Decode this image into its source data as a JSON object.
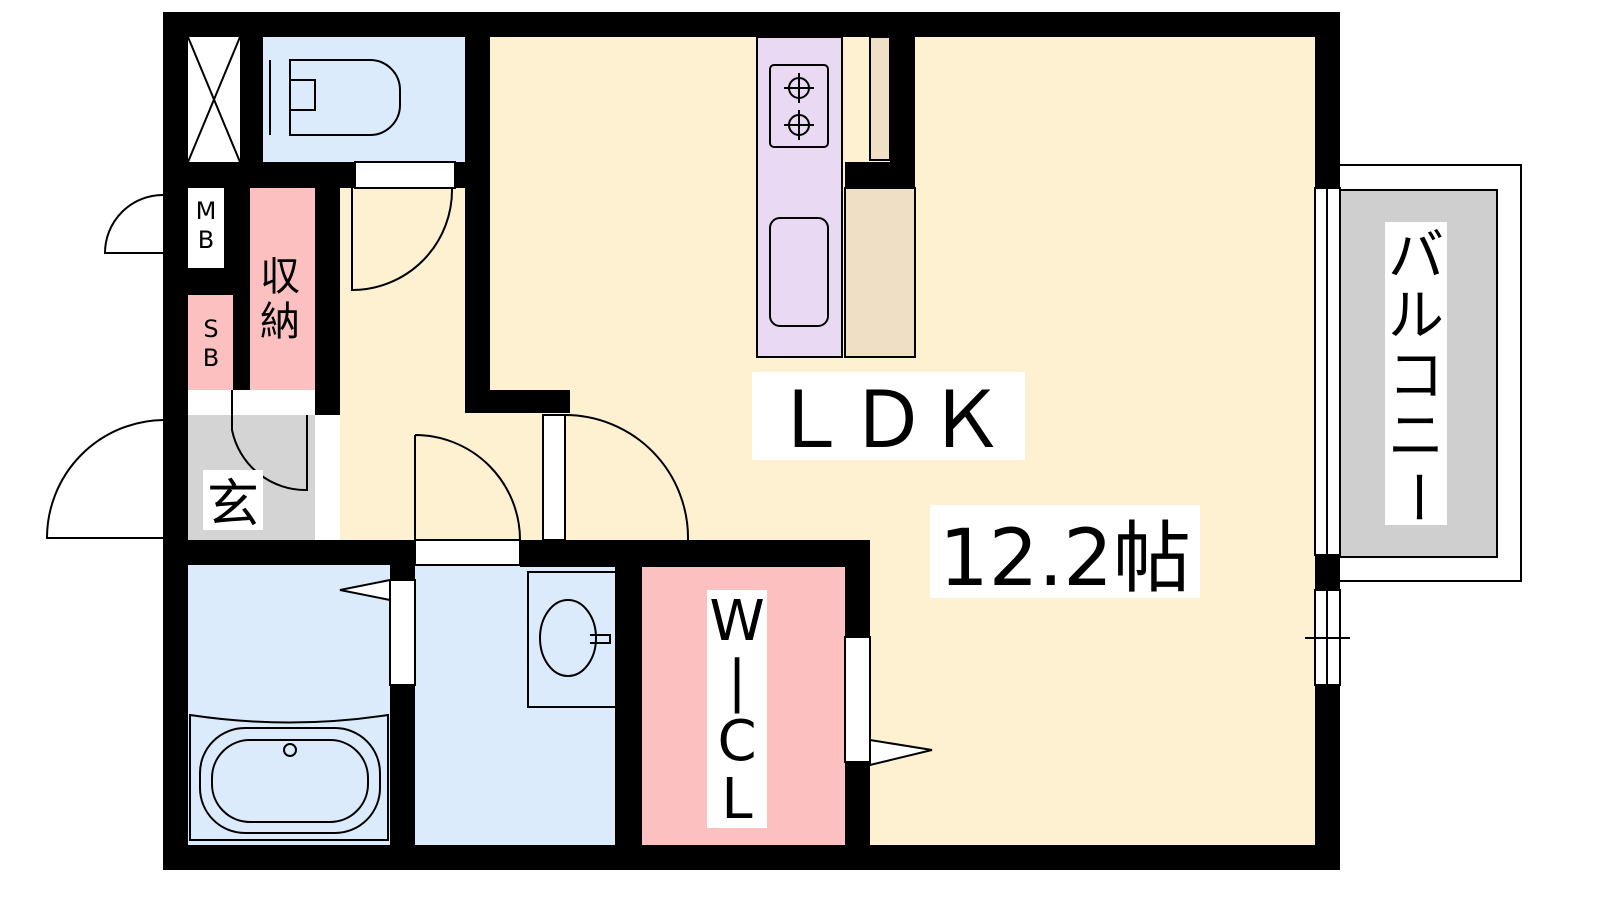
{
  "plan": {
    "ldk_label": "ＬＤＫ",
    "ldk_size": "12.2帖",
    "storage_label": "収納",
    "mb_top": "M",
    "mb_bottom": "B",
    "sb_top": "S",
    "sb_bottom": "B",
    "entrance_label": "玄",
    "wcl_chars": [
      "W",
      "|",
      "C",
      "L"
    ],
    "balcony_chars": [
      "バ",
      "ル",
      "コ",
      "ニ",
      "ー"
    ]
  },
  "colors": {
    "ldk": "#fdf1d2",
    "water": "#dcebfc",
    "pink": "#fcc0c0",
    "kitchen": "#e9d9f2",
    "counter": "#efdfc4",
    "gray": "#cfcfcf",
    "wall": "#000000"
  }
}
